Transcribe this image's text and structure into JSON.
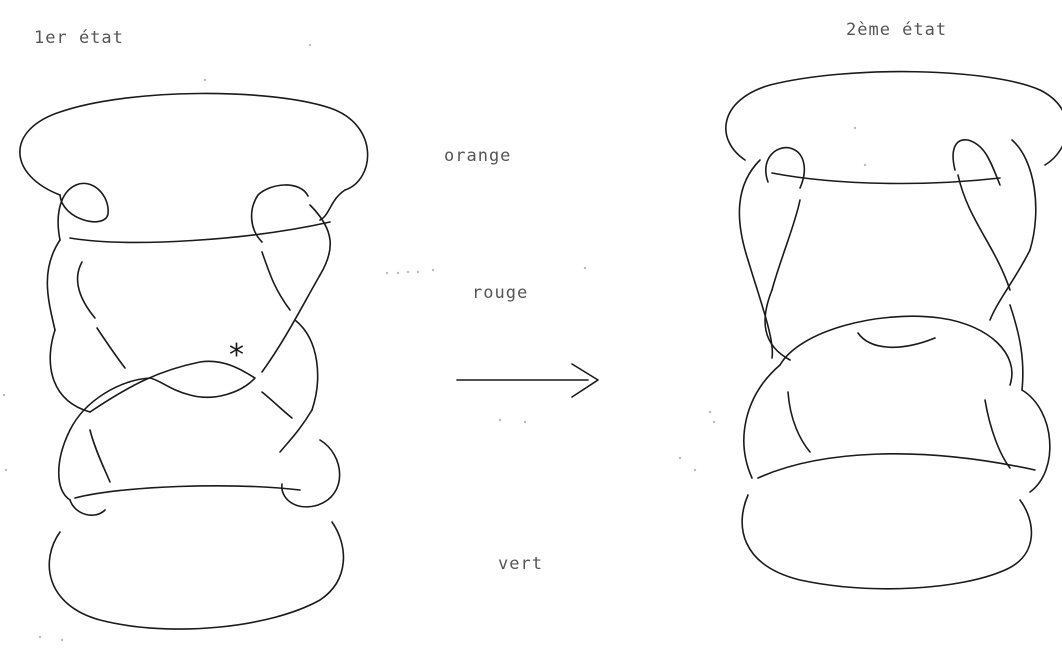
{
  "states": {
    "first": "1er    état",
    "second": "2ème   état"
  },
  "colors": {
    "orange": "orange",
    "rouge": "rouge",
    "vert": "vert"
  },
  "marker": "*",
  "line_color": "#1a1a1a"
}
